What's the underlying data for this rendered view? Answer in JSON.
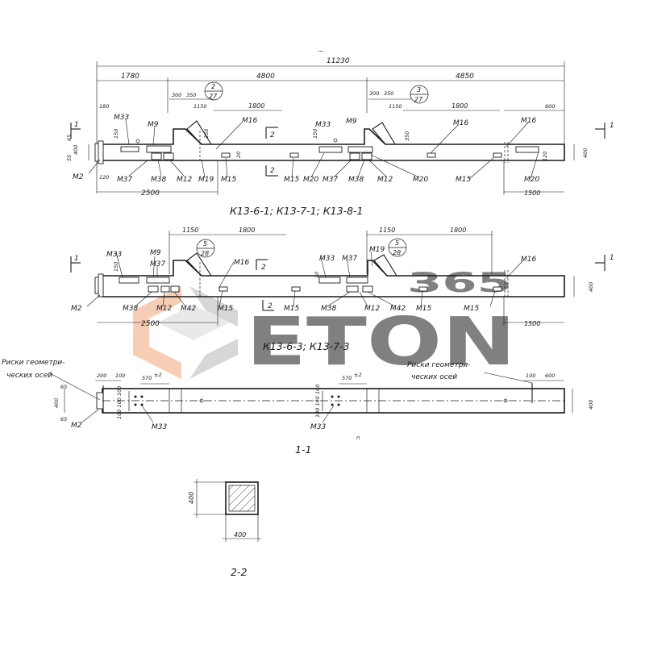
{
  "overall": {
    "total": "11230",
    "seg_left": "1780",
    "seg_mid": "4800",
    "seg_right": "4850"
  },
  "view1": {
    "title": "К13-6-1; К13-7-1; К13-8-1",
    "dims": {
      "d300a": "300",
      "d350a": "350",
      "d1150a": "1150",
      "d1800a": "1800",
      "d300b": "300",
      "d350b": "350",
      "d1150b": "1150",
      "d1800b": "1800",
      "d600": "600",
      "d180": "180",
      "d2500": "2500",
      "d1500": "1500",
      "h400": "400",
      "h400r": "400",
      "d65": "65",
      "d55": "55",
      "d120": "120",
      "d150": "150",
      "d350v": "350",
      "d20": "20",
      "d150b": "150",
      "d350vb": "350",
      "d120r": "120"
    },
    "refs": [
      {
        "top": "2",
        "bottom": "27"
      },
      {
        "top": "3",
        "bottom": "27"
      }
    ],
    "labels": {
      "m33a": "М33",
      "m9a": "М9",
      "m16a": "М16",
      "m2": "М2",
      "m37a": "М37",
      "m38a": "М38",
      "m12a": "М12",
      "m19": "М19",
      "m15a": "М15",
      "m15b": "М15",
      "m20a": "М20",
      "m37b": "М37",
      "m33b": "М33",
      "m9b": "М9",
      "m16b": "М16",
      "m38b": "М38",
      "m12b": "М12",
      "m20b": "М20",
      "m15c": "М15",
      "m16c": "М16",
      "m20c": "М20"
    },
    "section_1": "1",
    "section_2": "2"
  },
  "view2": {
    "title": "К13-6-3; К13-7-3",
    "dims": {
      "d1150a": "1150",
      "d1800a": "1800",
      "d1150b": "1150",
      "d1800b": "1800",
      "d2500": "2500",
      "d1500": "1500",
      "h400": "400",
      "d150": "150",
      "d20": "20"
    },
    "refs": [
      {
        "top": "5",
        "bottom": "28"
      },
      {
        "top": "5",
        "bottom": "28"
      }
    ],
    "labels": {
      "m33a": "М33",
      "m9": "М9",
      "m37a": "М37",
      "m16a": "М16",
      "m2": "М2",
      "m38a": "М38",
      "m12a": "М12",
      "m42a": "М42",
      "m15a": "М15",
      "m15b": "М15",
      "m33b": "М33",
      "m37b": "М37",
      "m19": "М19",
      "m16b": "М16",
      "m38b": "М38",
      "m12b": "М12",
      "m42b": "М42",
      "m15c": "М15",
      "m15d": "М15"
    },
    "section_1": "1",
    "section_2": "2"
  },
  "section_11": {
    "title": "1-1",
    "axis_note_left_1": "Риски геометри-",
    "axis_note_left_2": "ческих осей",
    "axis_note_right_1": "Риски геометри-",
    "axis_note_right_2": "ческих осей",
    "dims": {
      "d200": "200",
      "d100": "100",
      "d570a": "570",
      "d570b": "570",
      "tol": "±2",
      "d100r": "100",
      "d600": "600",
      "h400": "400",
      "h400r": "400",
      "d65a": "65",
      "d65b": "65",
      "small_a": "100 100 100",
      "small_b": "100 100 100"
    },
    "labels": {
      "m2": "М2",
      "m33a": "М33",
      "m33b": "М33"
    },
    "p_mark": "п"
  },
  "section_22": {
    "title": "2-2",
    "width": "400",
    "height": "400"
  },
  "watermark": {
    "brand": "ETON",
    "digits": "365"
  },
  "colors": {
    "ink": "#1a1a1a",
    "watermark_gray": "#b8b8b8",
    "watermark_orange": "#f2a77a"
  }
}
